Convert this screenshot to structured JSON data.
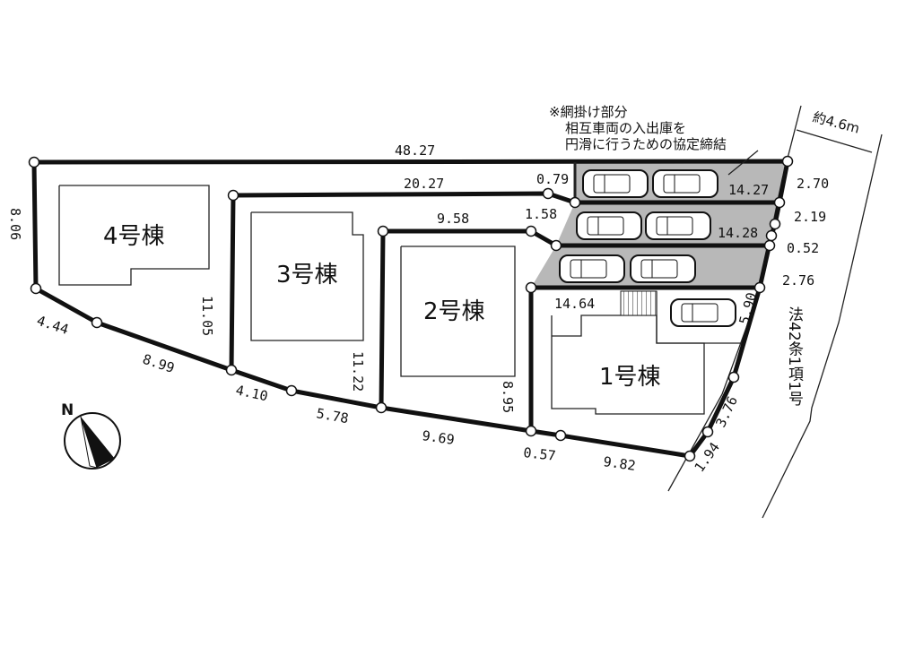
{
  "note": {
    "line1": "※網掛け部分",
    "line2": "相互車両の入出庫を",
    "line3": "円滑に行うための協定締結"
  },
  "road_width": "約4.6m",
  "road_label": "法42条1項1号",
  "north_label": "N",
  "buildings": [
    "4号棟",
    "3号棟",
    "2号棟",
    "1号棟"
  ],
  "dimensions": {
    "top": "48.27",
    "left": "8.06",
    "d444": "4.44",
    "d899": "8.99",
    "d1105": "11.05",
    "d2027": "20.27",
    "d079": "0.79",
    "d410": "4.10",
    "d578": "5.78",
    "d1122": "11.22",
    "d958": "9.58",
    "d158": "1.58",
    "d969": "9.69",
    "d895": "8.95",
    "d057": "0.57",
    "d982": "9.82",
    "d1464": "14.64",
    "d1427": "14.27",
    "d1428": "14.28",
    "d270": "2.70",
    "d219": "2.19",
    "d052": "0.52",
    "d276": "2.76",
    "d590": "5.90",
    "d376": "3.76",
    "d194": "1.94"
  },
  "colors": {
    "shade": "#b8b8b8",
    "line": "#111111"
  }
}
